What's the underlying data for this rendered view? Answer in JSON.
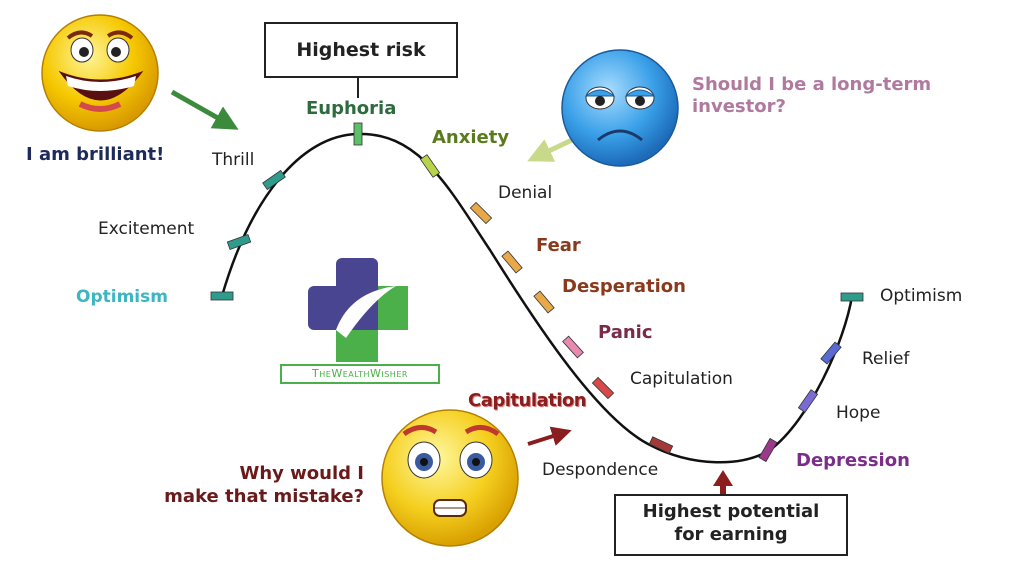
{
  "diagram": {
    "boxes": {
      "highest_risk": "Highest risk",
      "highest_potential_line1": "Highest potential",
      "highest_potential_line2": "for earning"
    },
    "stages": [
      {
        "key": "optimism_start",
        "label": "Optimism",
        "color": "#3bb6c2",
        "marker_color": "#2e9b8c"
      },
      {
        "key": "excitement",
        "label": "Excitement",
        "color": "#222222",
        "marker_color": "#2e9b8c"
      },
      {
        "key": "thrill",
        "label": "Thrill",
        "color": "#222222",
        "marker_color": "#2e9b8c"
      },
      {
        "key": "euphoria",
        "label": "Euphoria",
        "color": "#2e6b3e",
        "marker_color": "#5cbf6a"
      },
      {
        "key": "anxiety",
        "label": "Anxiety",
        "color": "#5a7a1e",
        "marker_color": "#b7d34a"
      },
      {
        "key": "denial",
        "label": "Denial",
        "color": "#222222",
        "marker_color": "#e8a84a"
      },
      {
        "key": "fear",
        "label": "Fear",
        "color": "#8a3a1c",
        "marker_color": "#e8a84a"
      },
      {
        "key": "desperation",
        "label": "Desperation",
        "color": "#8a3a1c",
        "marker_color": "#e8a84a"
      },
      {
        "key": "panic",
        "label": "Panic",
        "color": "#7a2a4a",
        "marker_color": "#e88ab0"
      },
      {
        "key": "capitulation",
        "label": "Capitulation",
        "color": "#222222",
        "marker_color": "#d84a4a"
      },
      {
        "key": "despondence",
        "label": "Despondence",
        "color": "#222222",
        "marker_color": "#a23a3a"
      },
      {
        "key": "depression",
        "label": "Depression",
        "color": "#7a2e8a",
        "marker_color": "#9b3a8a"
      },
      {
        "key": "hope",
        "label": "Hope",
        "color": "#222222",
        "marker_color": "#7a6ad4"
      },
      {
        "key": "relief",
        "label": "Relief",
        "color": "#222222",
        "marker_color": "#5a6ad4"
      },
      {
        "key": "optimism_end",
        "label": "Optimism",
        "color": "#222222",
        "marker_color": "#2e9b8c"
      }
    ],
    "callouts": {
      "brilliant": "I am brilliant!",
      "long_term_line1": "Should I be a long-term",
      "long_term_line2": "investor?",
      "capitulation_note": "Capitulation",
      "mistake_line1": "Why would I",
      "mistake_line2": "make that mistake?"
    },
    "logo": {
      "wordmark": "TheWealthWisher",
      "colors": {
        "purple": "#4a4590",
        "green": "#4bb04a"
      }
    },
    "colors": {
      "curve": "#111111",
      "arrow_green": "#3c8a3c",
      "arrow_dark_red": "#8a1e1e",
      "face_happy": "#f5c800",
      "face_sad": "#3aa0e8",
      "face_worried": "#f5d020"
    }
  }
}
